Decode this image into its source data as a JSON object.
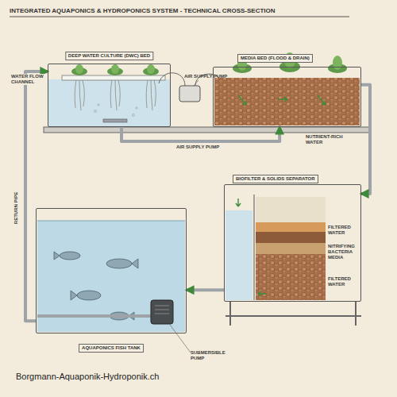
{
  "diagram": {
    "title": "INTEGRATED AQUAPONICS & HYDROPONICS SYSTEM - TECHNICAL CROSS-SECTION",
    "nodes": [
      {
        "text": [
          "DEEP WATER CULTURE (DWC) BED"
        ]
      },
      {
        "text": [
          "MEDIA BED (FLOOD & DRAIN)"
        ]
      },
      {
        "text": [
          "BIOFILTER & SOLIDS SEPARATOR"
        ]
      },
      {
        "text": [
          "AQUAPONICS FISH TANK"
        ]
      }
    ],
    "edges": [
      {
        "from": 3,
        "to": 0,
        "label": "RETURN PIPE",
        "arrow": "to"
      },
      {
        "from": 0,
        "to": 1,
        "arrow": "to"
      },
      {
        "from": 1,
        "to": 2,
        "arrow": "to"
      },
      {
        "from": 2,
        "to": 3,
        "arrow": "to"
      }
    ],
    "labels": [
      "WATER FLOW CHANNEL",
      "AIR SUPPLY PUMP",
      "AIR SUPPLY PUMP",
      "NUTRIENT-RICH WATER",
      "FILTERED WATER",
      "NITRIFYING BACTERIA MEDIA",
      "FILTERED WATER",
      "SUBMERSIBLE PUMP",
      "Borgmann-Aquaponik-Hydroponik.ch"
    ]
  }
}
